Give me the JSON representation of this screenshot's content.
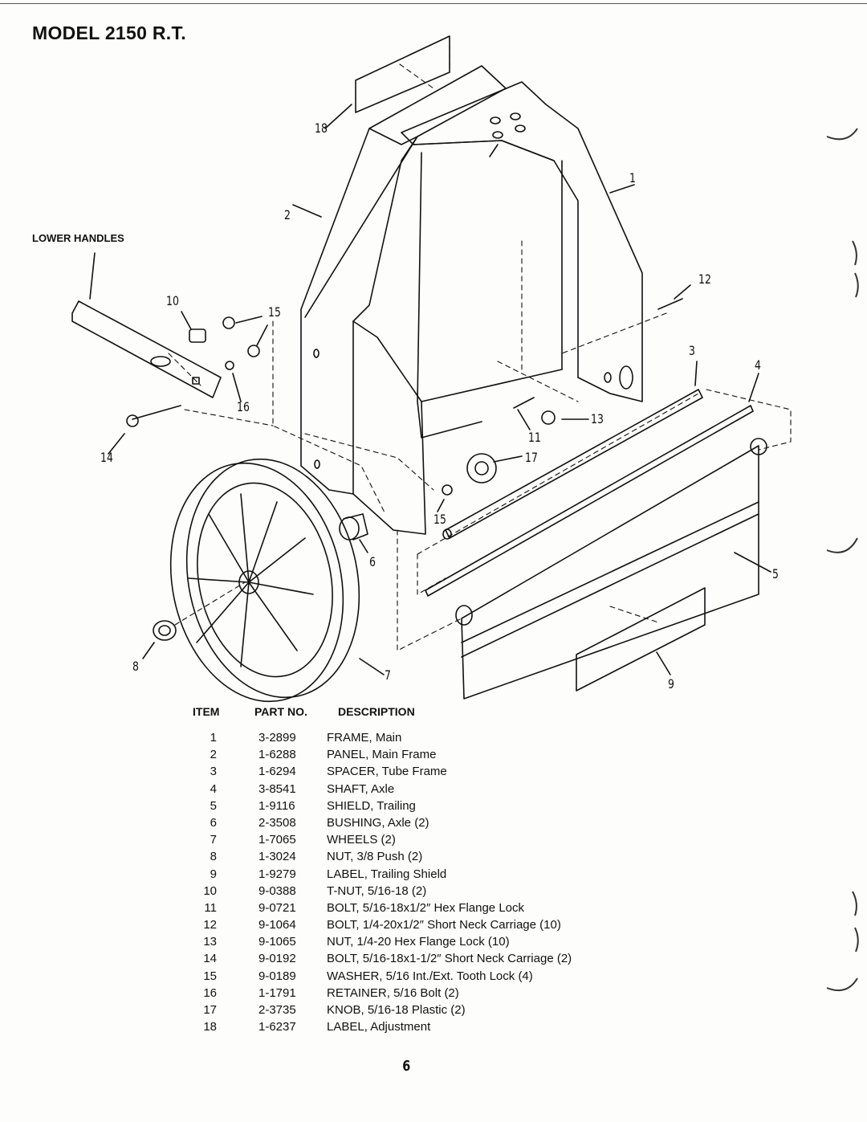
{
  "title": "MODEL 2150 R.T.",
  "subassembly_label": "LOWER HANDLES",
  "callouts": [
    "1",
    "2",
    "3",
    "4",
    "5",
    "6",
    "7",
    "8",
    "9",
    "10",
    "11",
    "12",
    "13",
    "14",
    "15",
    "15",
    "16",
    "17",
    "18"
  ],
  "table": {
    "headers": {
      "item": "ITEM",
      "part_no": "PART NO.",
      "description": "DESCRIPTION"
    },
    "rows": [
      {
        "item": "1",
        "part": "3-2899",
        "desc": "FRAME, Main"
      },
      {
        "item": "2",
        "part": "1-6288",
        "desc": "PANEL, Main Frame"
      },
      {
        "item": "3",
        "part": "1-6294",
        "desc": "SPACER, Tube Frame"
      },
      {
        "item": "4",
        "part": "3-8541",
        "desc": "SHAFT, Axle"
      },
      {
        "item": "5",
        "part": "1-9116",
        "desc": "SHIELD, Trailing"
      },
      {
        "item": "6",
        "part": "2-3508",
        "desc": "BUSHING, Axle (2)"
      },
      {
        "item": "7",
        "part": "1-7065",
        "desc": "WHEELS (2)"
      },
      {
        "item": "8",
        "part": "1-3024",
        "desc": "NUT, 3/8 Push (2)"
      },
      {
        "item": "9",
        "part": "1-9279",
        "desc": "LABEL, Trailing Shield"
      },
      {
        "item": "10",
        "part": "9-0388",
        "desc": "T-NUT, 5/16-18 (2)"
      },
      {
        "item": "11",
        "part": "9-0721",
        "desc": "BOLT, 5/16-18x1/2″ Hex Flange Lock"
      },
      {
        "item": "12",
        "part": "9-1064",
        "desc": "BOLT, 1/4-20x1/2″ Short Neck Carriage (10)"
      },
      {
        "item": "13",
        "part": "9-1065",
        "desc": "NUT, 1/4-20 Hex Flange Lock (10)"
      },
      {
        "item": "14",
        "part": "9-0192",
        "desc": "BOLT, 5/16-18x1-1/2″ Short Neck Carriage (2)"
      },
      {
        "item": "15",
        "part": "9-0189",
        "desc": "WASHER, 5/16 Int./Ext. Tooth Lock (4)"
      },
      {
        "item": "16",
        "part": "1-1791",
        "desc": "RETAINER, 5/16 Bolt (2)"
      },
      {
        "item": "17",
        "part": "2-3735",
        "desc": "KNOB, 5/16-18 Plastic (2)"
      },
      {
        "item": "18",
        "part": "1-6237",
        "desc": "LABEL, Adjustment"
      }
    ]
  },
  "page_number": "6"
}
